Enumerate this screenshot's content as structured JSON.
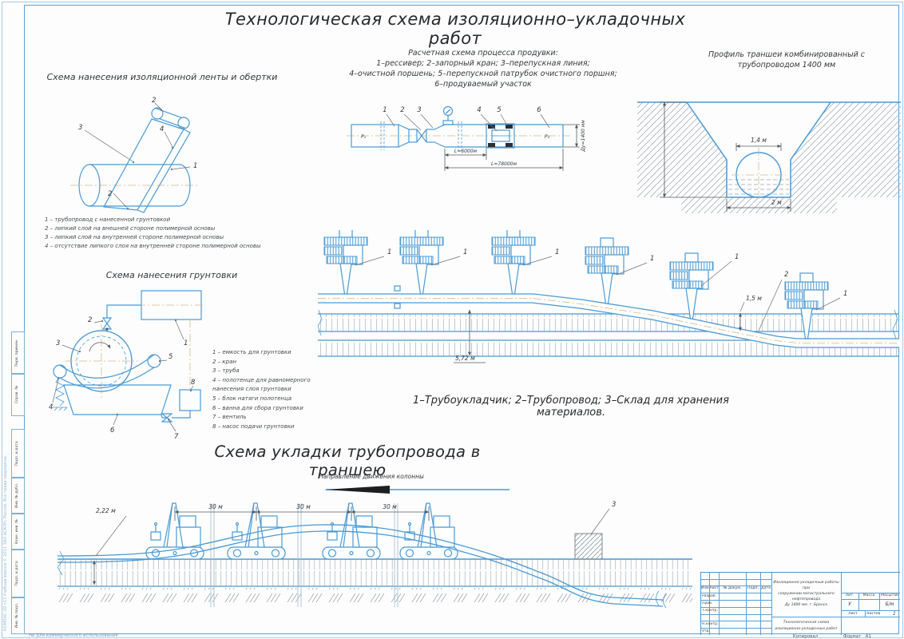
{
  "page": {
    "main_title": "Технологическая схема изоляционно–укладочных работ"
  },
  "tape_scheme": {
    "title": "Схема нанесения изоляционной ленты и обертки",
    "labels": {
      "l1": "1",
      "l2_top": "2",
      "l2_bottom": "2",
      "l3": "3",
      "l4": "4"
    },
    "notes": [
      "1 – трубопровод с нанесенной грунтовкой",
      "2 – липкий слой на внешней стороне полимерной основы",
      "3 – липкий слой на внутренней стороне полимерной основы",
      "4 – отсутствие липкого слоя на внутренней стороне полимерной основы"
    ]
  },
  "purge_scheme": {
    "title": "Расчетная схема процесса продувки:",
    "legend": [
      "1–рессивер; 2–запорный кран; 3–перепускная линия;",
      "4–очистной поршень; 5–перепускной патрубок очистного поршня;",
      "6–продуваемый участок"
    ],
    "labels": [
      "1",
      "2",
      "3",
      "4",
      "5",
      "6"
    ],
    "pressure_left": "P₁",
    "pressure_right": "P₂",
    "dim_section": "L=6000м",
    "dim_total": "L=78000м",
    "dim_diameter": "Ду=1400 мм"
  },
  "trench_profile": {
    "title_line1": "Профиль траншеи комбинированный с",
    "title_line2": "трубопроводом 1400 мм",
    "dim_pipe": "1,4 м",
    "dim_bottom": "2 м"
  },
  "laying_column": {
    "label_machine": "1",
    "label_pipe": "2",
    "dim_height": "1,5 м",
    "dim_depth": "5,72 м",
    "caption": "1–Трубоукладчик; 2–Трубопровод; 3–Склад для хранения материалов."
  },
  "priming_scheme": {
    "title": "Схема нанесения грунтовки",
    "labels": [
      "1",
      "2",
      "3",
      "4",
      "5",
      "6",
      "7",
      "8"
    ],
    "legend": [
      "1 – емкость для грунтовки",
      "2 – кран",
      "3 – труба",
      "4 – полотенце для равномерного",
      "нанесения слоя грунтовки",
      "5 – блок натяги полотенца",
      "6 – ванна для сбора грунтовки",
      "7 – вентиль",
      "8 – насос подачи грунтовки"
    ]
  },
  "trench_laying": {
    "title": "Схема  укладки трубопровода в траншею",
    "direction": "Направление движения колонны",
    "dim_spacing": "30 м",
    "dim_depth": "2,22 м",
    "label_storage": "3"
  },
  "title_block": {
    "columns": {
      "izm": "Изм.",
      "list": "Лист",
      "doc": "№ докум.",
      "sign": "Подп.",
      "date": "Дата"
    },
    "rows": [
      "Разраб.",
      "Пров.",
      "Т.контр.",
      "Н.контр.",
      "Утв."
    ],
    "designation_lines": [
      "Изоляционно-укладочные работы при",
      "сооружении магистрального нефтепровода",
      "Ду 1400 мм. г. Бронск"
    ],
    "doc_title_lines": [
      "Технологическая схема",
      "изоляционно-укладочных работ"
    ],
    "lit_header": {
      "lit": "Лит.",
      "mass": "Масса",
      "scale": "Масштаб"
    },
    "lit_value": "У",
    "scale_value": "Б/м",
    "sheet_label": "Лист",
    "sheets_label": "Листов",
    "sheets_value": "1",
    "copied_label": "Копировал",
    "format_label": "Формат",
    "format_value": "А1"
  },
  "frame": {
    "side_fields_top": [
      "Перв. примен.",
      "Справ. №"
    ],
    "side_fields_bottom": [
      "Подп. и дата",
      "Инв. № дубл.",
      "Взам. инв. №",
      "Подп. и дата",
      "Инв. № подл."
    ],
    "watermark_side": "КОМПАС-3D v13 Учебная версия © 2011 ЗАО АСКОН, Россия. Все права защищены.",
    "watermark_bottom": "Не для коммерческого использования"
  }
}
